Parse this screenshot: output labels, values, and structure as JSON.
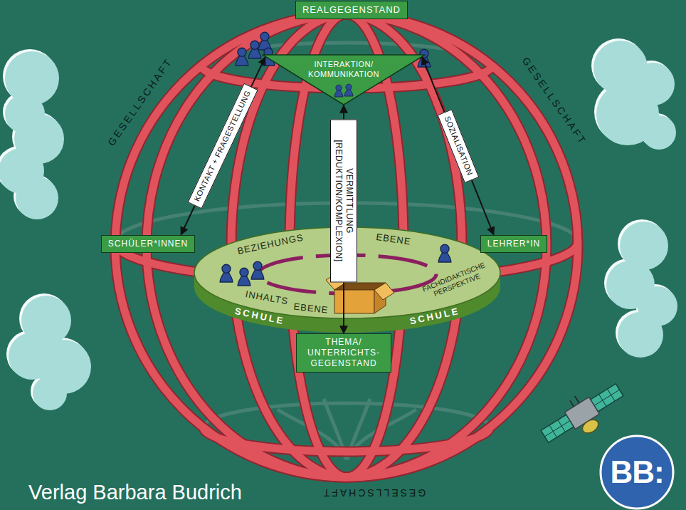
{
  "diagram": {
    "nodes": [
      {
        "text": [
          "REALGEGENSTAND"
        ]
      },
      {
        "text": [
          "INTERAKTION/ KOMMUNIKATION"
        ]
      },
      {
        "text": [
          "SCHÜLER*INNEN"
        ]
      },
      {
        "text": [
          "BEZIEHUNGS",
          "EBENE",
          "INHALTS",
          "EBENE",
          "FACHDIDAKTISCHE PERSPEKTIVE",
          "SCHULE",
          "SCHULE"
        ]
      },
      {
        "text": [
          "LEHRER*IN"
        ]
      },
      {
        "text": [
          "THEMA/ UNTERRICHTS- GEGENSTAND"
        ]
      },
      {
        "text": [
          "BB:"
        ]
      }
    ],
    "edges": [
      {
        "from": 2,
        "to": 1,
        "arrow": "both",
        "label": "KONTAKT + FRAGESTELLUNG"
      },
      {
        "from": 1,
        "to": 5,
        "arrow": "both",
        "label": "VERMITTLUNG [REDUKTION/KOMPLEXION]"
      },
      {
        "from": 4,
        "to": 1,
        "arrow": "both",
        "label": "SOZIALISATION"
      }
    ],
    "labels": [
      "GESELLSCHAFT",
      "GESELLSCHAFT",
      "GESELLSCHAFT",
      "Verlag Barbara Budrich"
    ]
  }
}
